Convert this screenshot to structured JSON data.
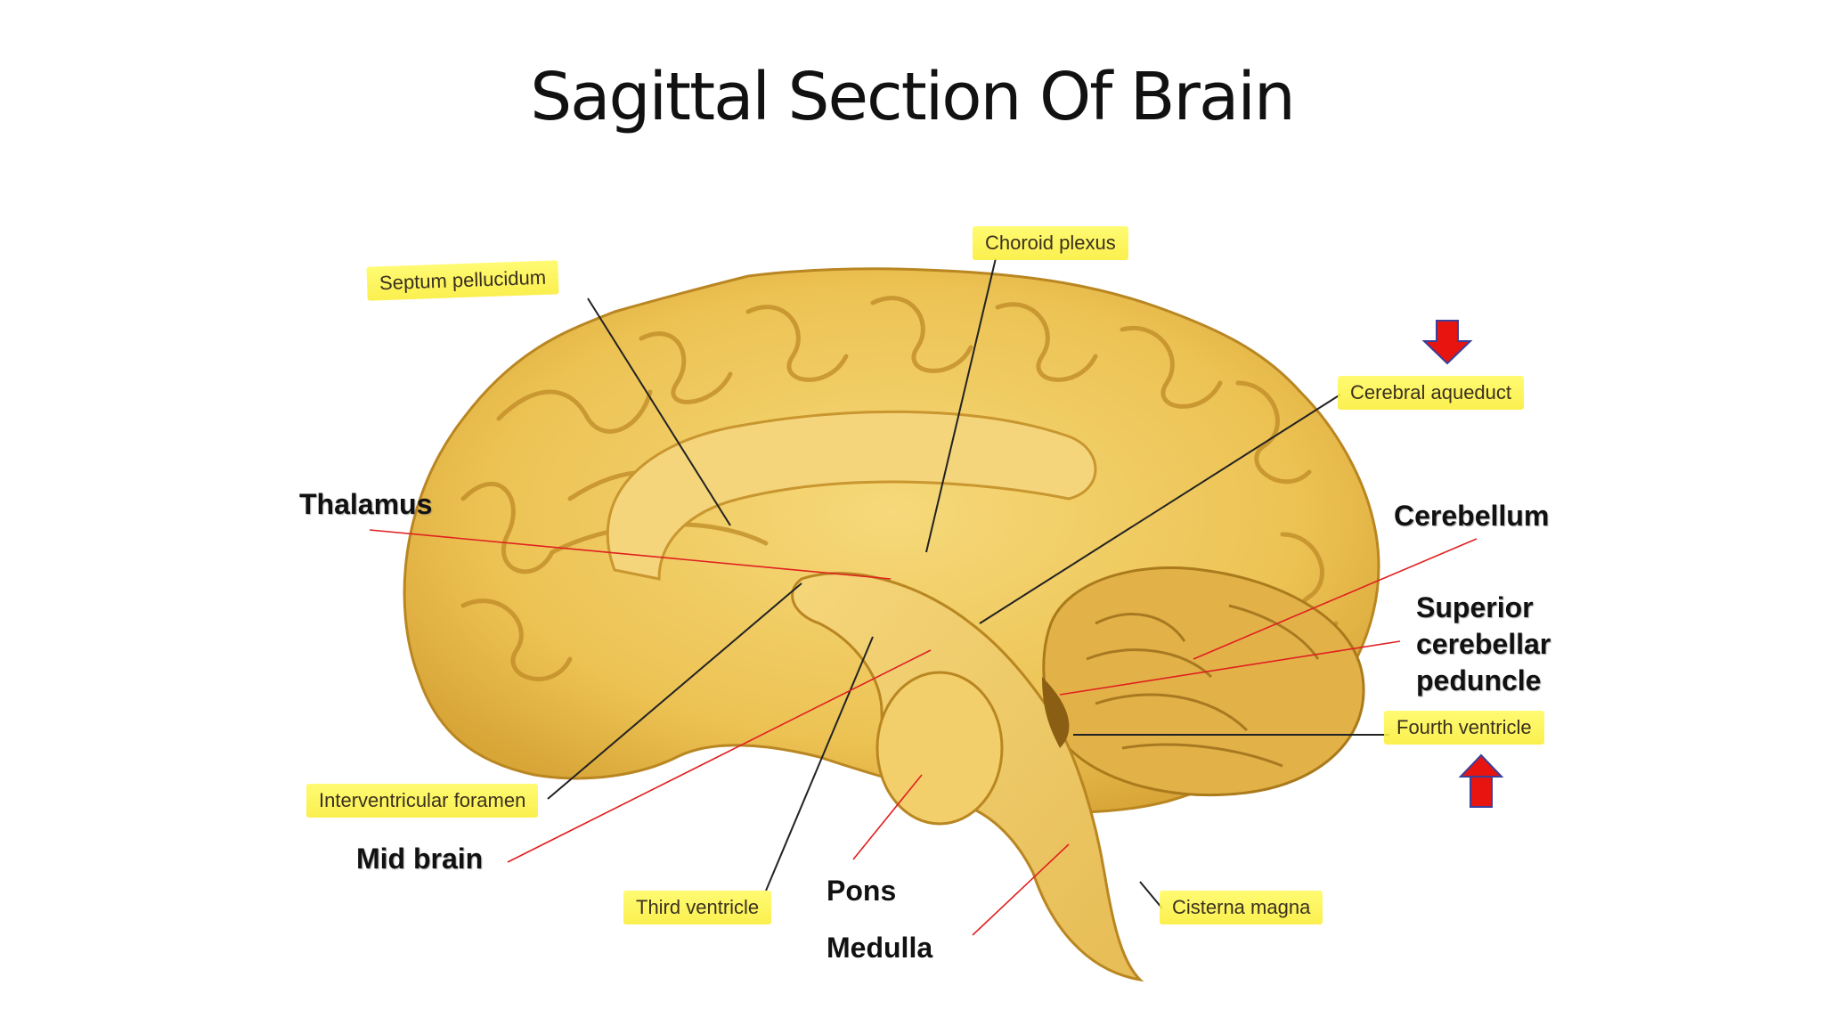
{
  "title": "Sagittal Section Of Brain",
  "colors": {
    "brain_light": "#f2cf6a",
    "brain_mid": "#e3b343",
    "brain_dark": "#b98622",
    "highlight": "#faf03c",
    "red_line": "#e02020",
    "black_line": "#222222",
    "arrow_fill": "#e8140f",
    "arrow_stroke": "#3a3f9a"
  },
  "labels": {
    "septum_pellucidum": "Septum pellucidum",
    "choroid_plexus": "Choroid plexus",
    "cerebral_aqueduct": "Cerebral aqueduct",
    "interventricular_foramen": "Interventricular foramen",
    "third_ventricle": "Third ventricle",
    "fourth_ventricle": "Fourth ventricle",
    "cisterna_magna": "Cisterna magna"
  },
  "callouts": {
    "thalamus": "Thalamus",
    "cerebellum": "Cerebellum",
    "superior_cerebellar_peduncle": [
      "Superior",
      "cerebellar",
      "peduncle"
    ],
    "mid_brain": "Mid brain",
    "pons": "Pons",
    "medulla": "Medulla"
  },
  "icons": {
    "top_arrow": "down-arrow-icon",
    "bottom_arrow": "up-arrow-icon"
  }
}
